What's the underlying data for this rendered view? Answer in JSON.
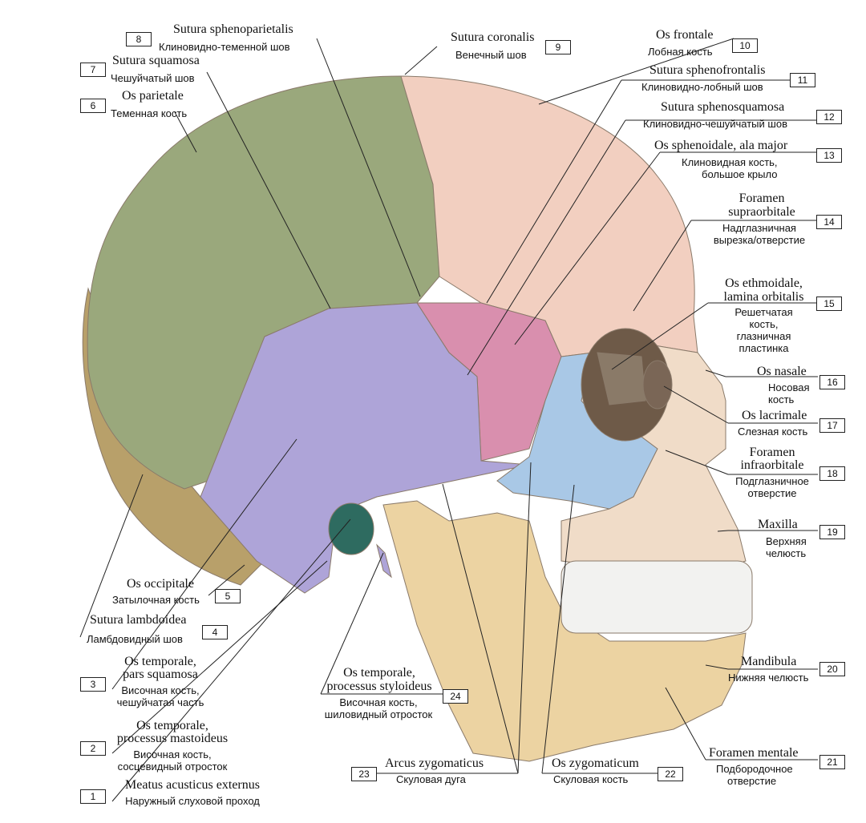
{
  "labels": [
    {
      "num": "1",
      "latin": "Meatus acusticus externus",
      "russian": "Наружный слуховой проход"
    },
    {
      "num": "2",
      "latin": "Os temporale,",
      "latin2": "processus mastoideus",
      "russian": "Височная кость,",
      "russian2": "сосцевидный отросток"
    },
    {
      "num": "3",
      "latin": "Os temporale,",
      "latin2": "pars squamosa",
      "russian": "Височная кость,",
      "russian2": "чешуйчатая часть"
    },
    {
      "num": "4",
      "latin": "Sutura lambdoidea",
      "russian": "Ламбдовидный шов"
    },
    {
      "num": "5",
      "latin": "Os occipitale",
      "russian": "Затылочная кость"
    },
    {
      "num": "6",
      "latin": "Os parietale",
      "russian": "Теменная кость"
    },
    {
      "num": "7",
      "latin": "Sutura squamosa",
      "russian": "Чешуйчатый шов"
    },
    {
      "num": "8",
      "latin": "Sutura sphenoparietalis",
      "russian": "Клиновидно-теменной шов"
    },
    {
      "num": "9",
      "latin": "Sutura coronalis",
      "russian": "Венечный шов"
    },
    {
      "num": "10",
      "latin": "Os frontale",
      "russian": "Лобная кость"
    },
    {
      "num": "11",
      "latin": "Sutura sphenofrontalis",
      "russian": "Клиновидно-лобный шов"
    },
    {
      "num": "12",
      "latin": "Sutura sphenosquamosa",
      "russian": "Клиновидно-чешуйчатый шов"
    },
    {
      "num": "13",
      "latin": "Os sphenoidale, ala major",
      "russian": "Клиновидная кость,",
      "russian2": "большое крыло"
    },
    {
      "num": "14",
      "latin": "Foramen",
      "latin2": "supraorbitale",
      "russian": "Надглазничная",
      "russian2": "вырезка/отверстие"
    },
    {
      "num": "15",
      "latin": "Os ethmoidale,",
      "latin2": "lamina orbitalis",
      "russian": "Решетчатая",
      "russian2": "кость,",
      "russian3": "глазничная",
      "russian4": "пластинка"
    },
    {
      "num": "16",
      "latin": "Os nasale",
      "russian": "Носовая",
      "russian2": "кость"
    },
    {
      "num": "17",
      "latin": "Os lacrimale",
      "russian": "Слезная кость"
    },
    {
      "num": "18",
      "latin": "Foramen",
      "latin2": "infraorbitale",
      "russian": "Подглазничное",
      "russian2": "отверстие"
    },
    {
      "num": "19",
      "latin": "Maxilla",
      "russian": "Верхняя",
      "russian2": "челюсть"
    },
    {
      "num": "20",
      "latin": "Mandibula",
      "russian": "Нижняя челюсть"
    },
    {
      "num": "21",
      "latin": "Foramen mentale",
      "russian": "Подбородочное",
      "russian2": "отверстие"
    },
    {
      "num": "22",
      "latin": "Os zygomaticum",
      "russian": "Скуловая кость"
    },
    {
      "num": "23",
      "latin": "Arcus zygomaticus",
      "russian": "Скуловая дуга"
    },
    {
      "num": "24",
      "latin": "Os temporale,",
      "latin2": "processus styloideus",
      "russian": "Височная кость,",
      "russian2": "шиловидный отросток"
    }
  ],
  "colors": {
    "parietal": "#9aa87c",
    "frontal": "#f2cfc0",
    "temporal": "#aea4d8",
    "sphenoid": "#d98fae",
    "occipital": "#b8a06a",
    "zygomatic": "#a9c8e6",
    "ethmoid": "#8a7a68",
    "mandible": "#ecd3a2",
    "maxilla": "#f0dcc8",
    "teeth": "#f2f2f0",
    "orbit": "#6e5a48",
    "ear": "#2e6b60"
  }
}
